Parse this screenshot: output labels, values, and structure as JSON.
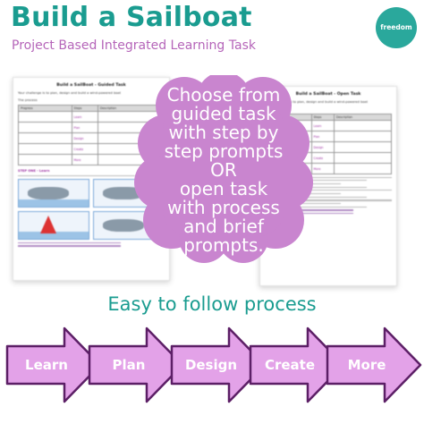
{
  "title": "Build a Sailboat",
  "subtitle": "Project Based Integrated Learning Task",
  "logo": {
    "text": "freedom"
  },
  "left_doc": {
    "title": "Build a SailBoat - Guided Task",
    "intro": "Your challenge is to plan, design and build a wind-powered boat",
    "table_header": "The process",
    "columns": [
      "Progress",
      "Steps",
      "Description"
    ],
    "steps": [
      "Learn",
      "Plan",
      "Design",
      "Create",
      "More"
    ],
    "section": "STEP ONE - Learn"
  },
  "right_doc": {
    "title": "Build a SailBoat - Open Task",
    "intro": "Your challenge is to plan, design and build a wind-powered boat",
    "table_header": "The process",
    "columns": [
      "Progress",
      "Steps",
      "Description"
    ],
    "steps": [
      "Learn",
      "Plan",
      "Design",
      "Create",
      "More"
    ]
  },
  "callout": {
    "lines": [
      "Choose from",
      "guided task",
      "with step by",
      "step prompts",
      "OR",
      "open task",
      "with process",
      "and brief",
      "prompts."
    ]
  },
  "process": {
    "heading": "Easy to follow process",
    "steps": [
      "Learn",
      "Plan",
      "Design",
      "Create",
      "More"
    ]
  },
  "colors": {
    "teal": "#1a9c90",
    "purple_fill": "#e3a2e8",
    "purple_stroke": "#5c1f66",
    "cloud": "#c985cf",
    "subtitle": "#b565b9"
  }
}
